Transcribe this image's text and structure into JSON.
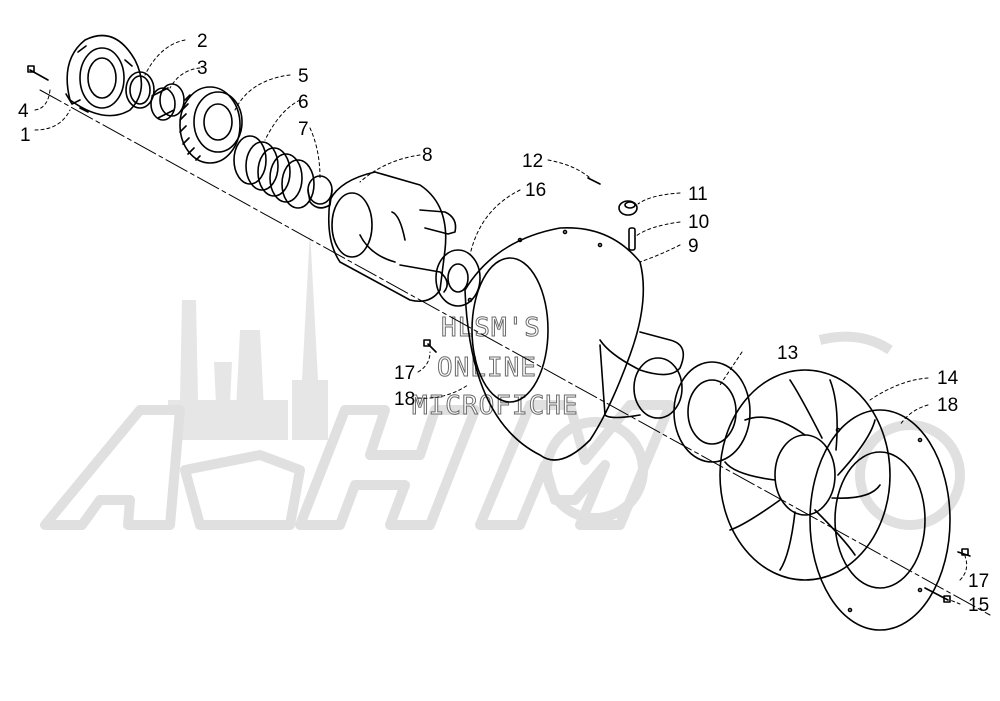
{
  "watermark": {
    "brand": "AeHMoTo",
    "lines": [
      "HLSM'S",
      "ONLINE",
      "MICROFICHE"
    ],
    "color": "#e6e6e6"
  },
  "callouts": [
    {
      "id": "c1",
      "text": "1"
    },
    {
      "id": "c2",
      "text": "2"
    },
    {
      "id": "c3",
      "text": "3"
    },
    {
      "id": "c4",
      "text": "4"
    },
    {
      "id": "c5",
      "text": "5"
    },
    {
      "id": "c6",
      "text": "6"
    },
    {
      "id": "c7",
      "text": "7"
    },
    {
      "id": "c8",
      "text": "8"
    },
    {
      "id": "c9",
      "text": "9"
    },
    {
      "id": "c10",
      "text": "10"
    },
    {
      "id": "c11",
      "text": "11"
    },
    {
      "id": "c12",
      "text": "12"
    },
    {
      "id": "c13",
      "text": "13"
    },
    {
      "id": "c14",
      "text": "14"
    },
    {
      "id": "c15",
      "text": "15"
    },
    {
      "id": "c16",
      "text": "16"
    },
    {
      "id": "c17a",
      "text": "17"
    },
    {
      "id": "c17b",
      "text": "17"
    },
    {
      "id": "c18a",
      "text": "18"
    },
    {
      "id": "c18b",
      "text": "18"
    }
  ],
  "colors": {
    "line": "#000000",
    "watermark": "#e6e6e6",
    "background": "#ffffff"
  }
}
